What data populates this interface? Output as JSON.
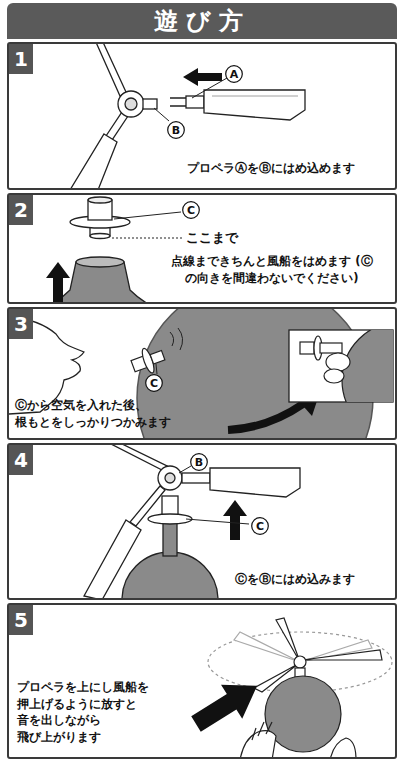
{
  "diagram": {
    "title": "遊び方",
    "nodes": [
      {
        "text": [
          "プロペラⒶをⒷにはめ込めます"
        ]
      },
      {
        "text": [
          "1"
        ],
        "in": 0
      },
      {
        "text": [
          "A"
        ],
        "in": 0
      },
      {
        "text": [
          "B"
        ],
        "in": 0
      },
      {
        "text": [
          "点線まできちんと風船をはめます (Ⓒの向きを間違わないでください)"
        ]
      },
      {
        "text": [
          "2"
        ],
        "in": 4
      },
      {
        "text": [
          "C"
        ],
        "in": 4
      },
      {
        "text": [
          "Ⓒから空気を入れた後、 根もとをしっかりつかみます"
        ]
      },
      {
        "text": [
          "3"
        ],
        "in": 7
      },
      {
        "text": [
          "C"
        ],
        "in": 7
      },
      {
        "text": [
          "ⒸをⒷにはめ込みます"
        ]
      },
      {
        "text": [
          "4"
        ],
        "in": 10
      },
      {
        "text": [
          "B"
        ],
        "in": 10
      },
      {
        "text": [
          "C"
        ],
        "in": 10
      },
      {
        "text": [
          "プロペラを上にし風船を 押上げるように放すと 音を出しながら 飛び上がります"
        ]
      },
      {
        "text": [
          "5"
        ],
        "in": 14
      }
    ],
    "labels": [
      "ここまで"
    ]
  }
}
